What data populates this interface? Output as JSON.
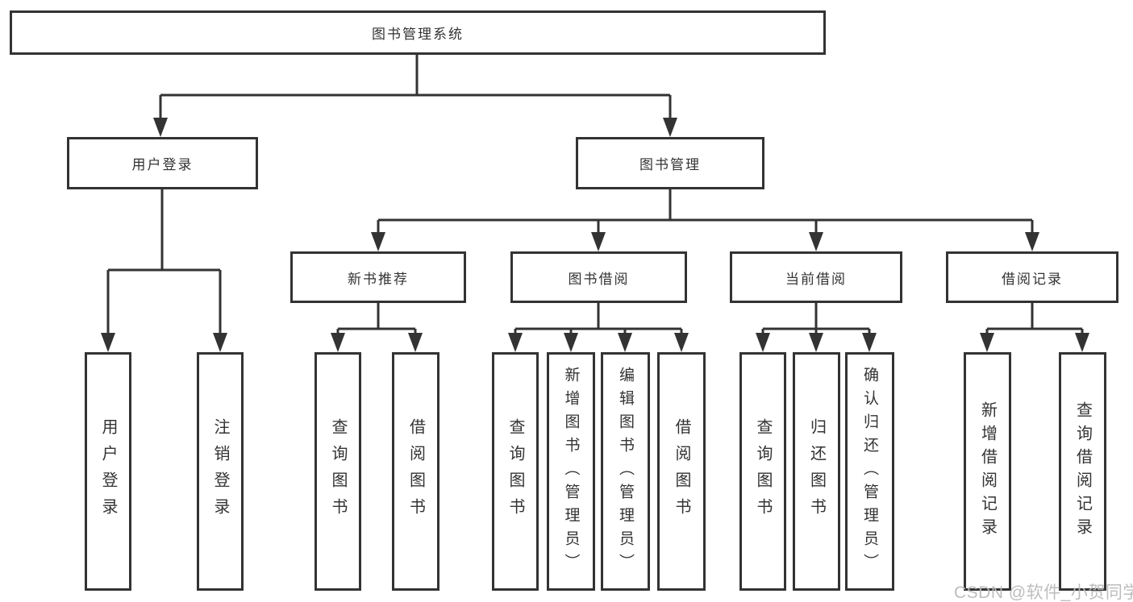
{
  "tree": {
    "root": {
      "label": "图书管理系统"
    },
    "branches": [
      {
        "label": "用户登录",
        "children": [
          {
            "label": "用户登录"
          },
          {
            "label": "注销登录"
          }
        ]
      },
      {
        "label": "图书管理",
        "children": [
          {
            "label": "新书推荐",
            "children": [
              {
                "label": "查询图书"
              },
              {
                "label": "借阅图书"
              }
            ]
          },
          {
            "label": "图书借阅",
            "children": [
              {
                "label": "查询图书"
              },
              {
                "label": "新增图书（管理员）"
              },
              {
                "label": "编辑图书（管理员）"
              },
              {
                "label": "借阅图书"
              }
            ]
          },
          {
            "label": "当前借阅",
            "children": [
              {
                "label": "查询图书"
              },
              {
                "label": "归还图书"
              },
              {
                "label": "确认归还（管理员）"
              }
            ]
          },
          {
            "label": "借阅记录",
            "children": [
              {
                "label": "新增借阅记录"
              },
              {
                "label": "查询借阅记录"
              }
            ]
          }
        ]
      }
    ]
  },
  "watermark": {
    "text": "CSDN @软件_小贺同学"
  },
  "colors": {
    "line": "#333333",
    "box_border": "#333333",
    "text": "#333333",
    "background": "#ffffff",
    "watermark": "#b9b9b9"
  }
}
